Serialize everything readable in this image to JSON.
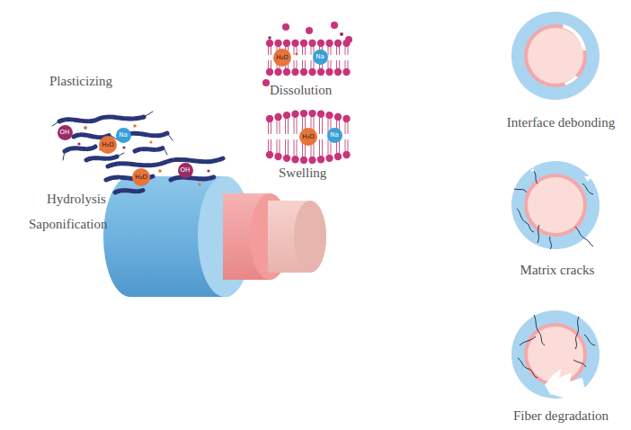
{
  "diagram": {
    "nodes": [
      {
        "text": [
          "OH"
        ]
      },
      {
        "text": [
          "H₂O"
        ]
      },
      {
        "text": [
          "Na"
        ]
      },
      {
        "text": [
          "H₂O"
        ]
      },
      {
        "text": [
          "OH"
        ]
      },
      {
        "text": [
          "H₂O"
        ]
      },
      {
        "text": [
          "Na"
        ]
      },
      {
        "text": [
          "H₂O"
        ]
      },
      {
        "text": [
          "Na"
        ]
      }
    ],
    "labels": [
      "Plasticizing",
      "Hydrolysis",
      "Saponification",
      "Dissolution",
      "Swelling",
      "Interface debonding",
      "Matrix cracks",
      "Fiber degradation"
    ]
  }
}
